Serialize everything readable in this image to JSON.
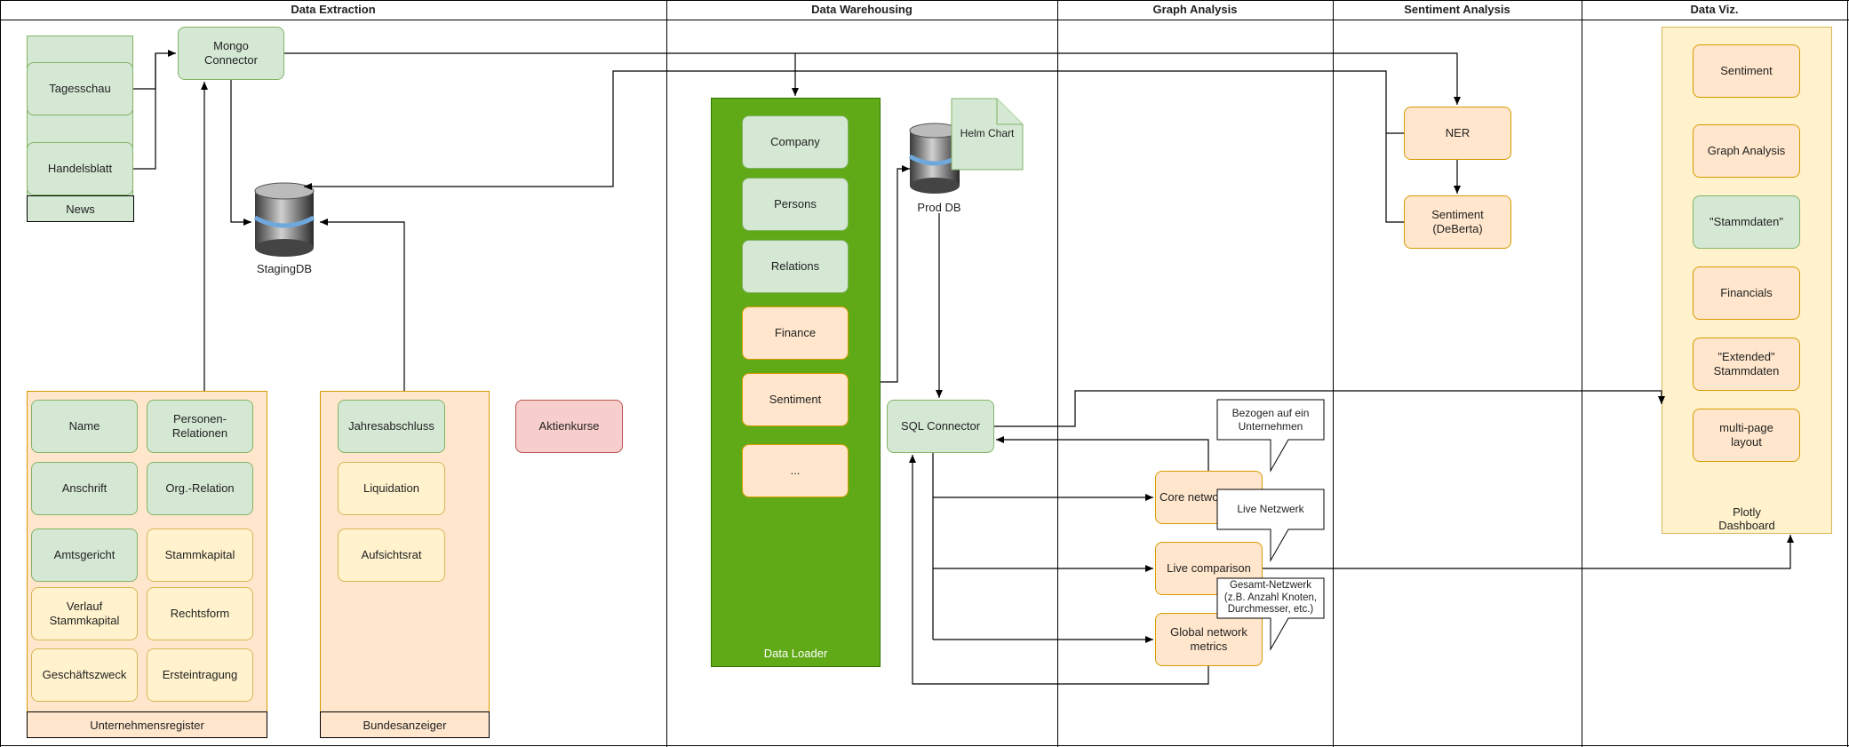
{
  "lanes": [
    "Data Extraction",
    "Data Warehousing",
    "Graph Analysis",
    "Sentiment Analysis",
    "Data Viz."
  ],
  "news": {
    "label": "News",
    "items": [
      "Tagesschau",
      "Handelsblatt"
    ]
  },
  "mongo_connector": "Mongo\nConnector",
  "staging_db": "StagingDB",
  "unternehmensregister": {
    "label": "Unternehmensregister",
    "items": [
      "Name",
      "Personen-Relationen",
      "Anschrift",
      "Org.-Relation",
      "Amtsgericht",
      "Stammkapital",
      "Verlauf Stammkapital",
      "Rechtsform",
      "Geschäftszweck",
      "Ersteintragung"
    ]
  },
  "bundesanzeiger": {
    "label": "Bundesanzeiger",
    "items": [
      "Jahresabschluss",
      "Liquidation",
      "Aufsichtsrat"
    ]
  },
  "aktienkurse": "Aktienkurse",
  "data_loader": {
    "label": "Data Loader",
    "items": [
      "Company",
      "Persons",
      "Relations",
      "Finance",
      "Sentiment",
      "..."
    ]
  },
  "prod_db": "Prod DB",
  "helm_chart": "Helm Chart",
  "sql_connector": "SQL Connector",
  "graph": {
    "core_network": "Core network",
    "live_comparison": "Live comparison",
    "global_metrics": "Global network\nmetrics",
    "callout_core": "Bezogen auf ein\nUnternehmen",
    "callout_live": "Live Netzwerk",
    "callout_global": "Gesamt-Netzwerk\n(z.B. Anzahl Knoten,\nDurchmesser, etc.)"
  },
  "sentiment": {
    "ner": "NER",
    "model": "Sentiment\n(DeBerta)"
  },
  "dashboard": {
    "label": "Plotly\nDashboard",
    "items": [
      "Sentiment",
      "Graph Analysis",
      "\"Stammdaten\"",
      "Financials",
      "\"Extended\"\nStammdaten",
      "multi-page\nlayout"
    ]
  }
}
